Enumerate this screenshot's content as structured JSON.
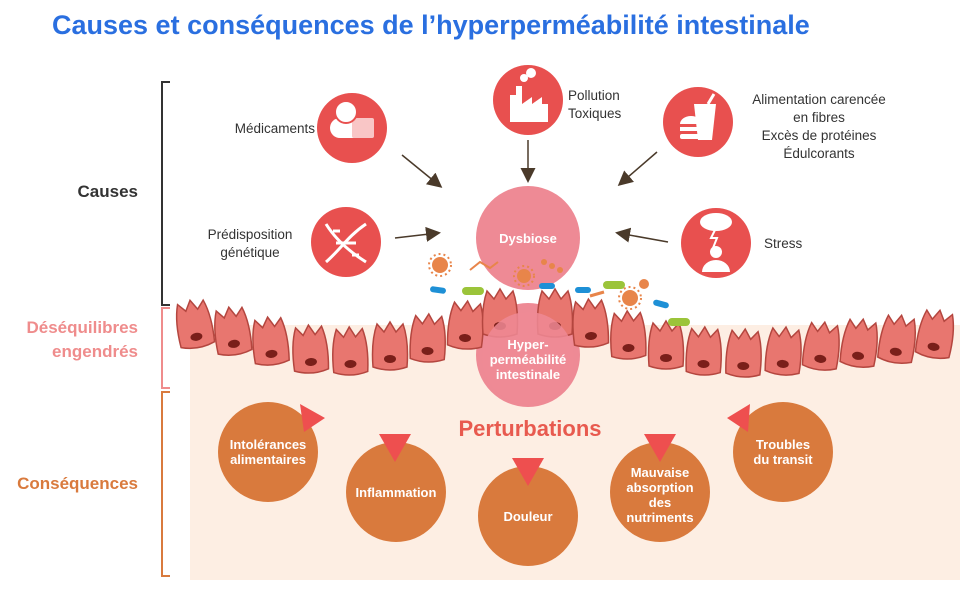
{
  "title": "Causes et conséquences de l’hyperperméabilité intestinale",
  "sections": {
    "causes": "Causes",
    "desequilibres": [
      "Déséquilibres",
      "engendrés"
    ],
    "consequences": "Conséquences"
  },
  "causes": {
    "medicaments": "Médicaments",
    "pollution": [
      "Pollution",
      "Toxiques"
    ],
    "alimentation": [
      "Alimentation carencée",
      "en fibres",
      "Excès de protéines",
      "Édulcorants"
    ],
    "predisposition": [
      "Prédisposition",
      "génétique"
    ],
    "stress": "Stress"
  },
  "center": {
    "dysbiose": "Dysbiose",
    "hyper": [
      "Hyper-",
      "perméabilité",
      "intestinale"
    ]
  },
  "perturbations": "Perturbations",
  "consequences": {
    "intolerances": [
      "Intolérances",
      "alimentaires"
    ],
    "inflammation": "Inflammation",
    "douleur": "Douleur",
    "malabsorption": [
      "Mauvaise",
      "absorption",
      "des",
      "nutriments"
    ],
    "transit": [
      "Troubles",
      "du transit"
    ]
  },
  "colors": {
    "title": "#2a6fe0",
    "cause_circle": "#e8504f",
    "dysbiose": "#ee8a95",
    "desequilibres": "#ef8c8c",
    "consequence": "#d97a3d",
    "zone": "#fdeee3",
    "perturbations": "#e85a4f",
    "triangle": "#ee4f4f"
  }
}
